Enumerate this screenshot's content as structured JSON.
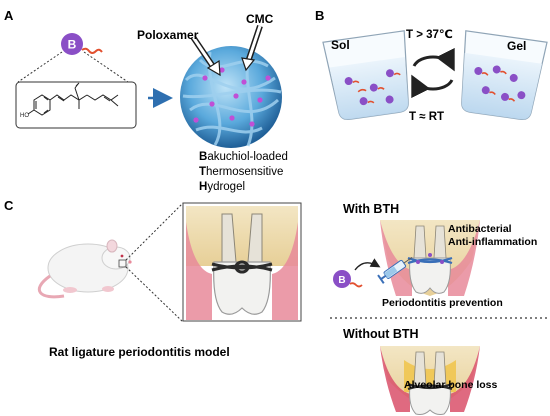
{
  "panels": {
    "a": {
      "label": "A",
      "compound_badge": "B",
      "hydrogel_components": [
        "Poloxamer",
        "CMC"
      ],
      "hydrogel_name_lines": [
        {
          "initial": "B",
          "rest": "akuchiol-loaded"
        },
        {
          "initial": "T",
          "rest": "hermosensitive"
        },
        {
          "initial": "H",
          "rest": "ydrogel"
        }
      ],
      "structure_atom": "HO"
    },
    "b": {
      "label": "B",
      "left_state": "Sol",
      "right_state": "Gel",
      "forward_condition": "T > 37℃",
      "reverse_condition": "T ≈ RT"
    },
    "c": {
      "label": "C",
      "model_caption": "Rat ligature periodontitis model",
      "with_heading": "With BTH",
      "with_effects": [
        "Antibacterial",
        "Anti-inflammation"
      ],
      "prevention_label": "Periodontitis prevention",
      "without_heading": "Without BTH",
      "loss_label": "Alveolar  bone loss",
      "drug_badge": "B"
    }
  },
  "colors": {
    "badge": "#8a4fc6",
    "arrow_blue": "#2e6fb0",
    "gum_pink": "#e88a9a",
    "bone": "#f0dfb6",
    "tooth": "#f2f2f0",
    "ligature": "#2b2b2b"
  }
}
